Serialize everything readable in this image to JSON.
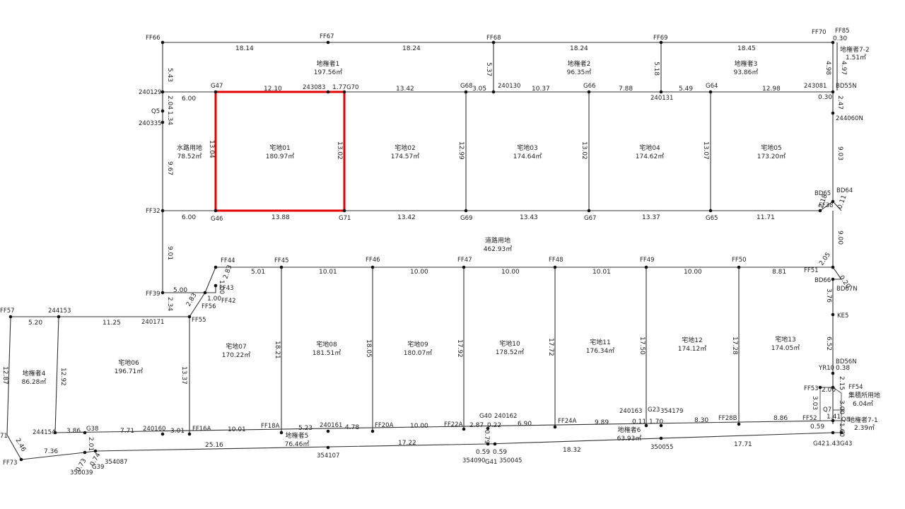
{
  "points": {
    "FF66": "FF66",
    "FF67": "FF67",
    "FF68": "FF68",
    "FF69": "FF69",
    "FF70": "FF70",
    "FF85": "FF85",
    "p240129": "240129",
    "Q5": "Q5",
    "p240335": "240335",
    "G47": "G47",
    "p243083": "243083",
    "G70": "G70",
    "G68": "G68",
    "p240130": "240130",
    "G66": "G66",
    "p240131": "240131",
    "G64": "G64",
    "p243081": "243081",
    "BD55N": "BD55N",
    "p244060N": "244060N",
    "BD65": "BD65",
    "BD64": "BD64",
    "FF38": "FF38",
    "FF32": "FF32",
    "G46": "G46",
    "G71": "G71",
    "G69": "G69",
    "G67": "G67",
    "G65": "G65",
    "FF44": "FF44",
    "FF45": "FF45",
    "FF46": "FF46",
    "FF47": "FF47",
    "FF48": "FF48",
    "FF49": "FF49",
    "FF50": "FF50",
    "FF51": "FF51",
    "BD66": "BD66",
    "BD67N": "BD67N",
    "FF43": "FF43",
    "FF42": "FF42",
    "FF39": "FF39",
    "FF56": "FF56",
    "FF55": "FF55",
    "FF57": "FF57",
    "p244153": "244153",
    "p240171": "240171",
    "KE5": "KE5",
    "BD56N": "BD56N",
    "YR10": "YR10",
    "FF53": "FF53",
    "FF54": "FF54",
    "Q7": "Q7",
    "Q8": "Q8",
    "FF52": "FF52",
    "G42": "G42",
    "G43": "G43",
    "p244154": "244154",
    "G38": "G38",
    "p240160": "240160",
    "FF16A": "FF16A",
    "FF18A": "FF18A",
    "p240161": "240161",
    "FF20A": "FF20A",
    "FF22A": "FF22A",
    "G40": "G40",
    "p240162": "240162",
    "FF24A": "FF24A",
    "p240163": "240163",
    "G23": "G23",
    "p354179": "354179",
    "FF28B": "FF28B",
    "FF71": "71",
    "FF73": "FF73",
    "p350039": "350039",
    "G39": "G39",
    "p354087": "354087",
    "p354107": "354107",
    "p354090": "354090",
    "G41": "G41",
    "p350045": "350045",
    "p350055": "350055"
  },
  "lots": [
    {
      "id": "chiken1",
      "name": "地権者1",
      "area": "197.56㎡"
    },
    {
      "id": "chiken2",
      "name": "地権者2",
      "area": "96.35㎡"
    },
    {
      "id": "chiken3",
      "name": "地権者3",
      "area": "93.86㎡"
    },
    {
      "id": "chiken7_2",
      "name": "地権者7-2",
      "area": "1.51㎡"
    },
    {
      "id": "suiro",
      "name": "水路用地",
      "area": "78.52㎡"
    },
    {
      "id": "takuchi01",
      "name": "宅地01",
      "area": "180.97㎡"
    },
    {
      "id": "takuchi02",
      "name": "宅地02",
      "area": "174.57㎡"
    },
    {
      "id": "takuchi03",
      "name": "宅地03",
      "area": "174.64㎡"
    },
    {
      "id": "takuchi04",
      "name": "宅地04",
      "area": "174.62㎡"
    },
    {
      "id": "takuchi05",
      "name": "宅地05",
      "area": "173.20㎡"
    },
    {
      "id": "doro",
      "name": "道路用地",
      "area": "462.93㎡"
    },
    {
      "id": "chiken4",
      "name": "地権者4",
      "area": "86.28㎡"
    },
    {
      "id": "takuchi06",
      "name": "宅地06",
      "area": "196.71㎡"
    },
    {
      "id": "takuchi07",
      "name": "宅地07",
      "area": "170.22㎡"
    },
    {
      "id": "takuchi08",
      "name": "宅地08",
      "area": "181.51㎡"
    },
    {
      "id": "takuchi09",
      "name": "宅地09",
      "area": "180.07㎡"
    },
    {
      "id": "takuchi10",
      "name": "宅地10",
      "area": "178.52㎡"
    },
    {
      "id": "takuchi11",
      "name": "宅地11",
      "area": "176.34㎡"
    },
    {
      "id": "takuchi12",
      "name": "宅地12",
      "area": "174.12㎡"
    },
    {
      "id": "takuchi13",
      "name": "宅地13",
      "area": "174.05㎡"
    },
    {
      "id": "chiken5",
      "name": "地権者5",
      "area": "76.46㎡"
    },
    {
      "id": "chiken6",
      "name": "地権者6",
      "area": "63.93㎡"
    },
    {
      "id": "shuseki",
      "name": "集積所用地",
      "area": "6.04㎡"
    },
    {
      "id": "chiken7_1",
      "name": "地権者7-1",
      "area": "2.39㎡"
    }
  ],
  "dims": {
    "top_row": [
      "18.14",
      "18.24",
      "18.24",
      "18.45"
    ],
    "top_left_v": "5.43",
    "ff68_v": "5.37",
    "ff69_v": "5.18",
    "right_top_v1": "4.98",
    "right_top_v2": "4.97",
    "ff70_h": "0.30",
    "bd55n_h": "0.30",
    "row2": [
      "6.00",
      "12.10",
      "1.77",
      "13.42",
      "3.05",
      "10.37",
      "7.88",
      "5.49",
      "12.98"
    ],
    "left_v_a": "2.04",
    "left_v_b": "1.34",
    "left_v_c": "9.67",
    "suiro_v": "13.04",
    "t01_v": "13.02",
    "t02_v": "12.99",
    "t03_v": "13.02",
    "t04_v": "13.07",
    "right_v_a": "2.47",
    "right_v_b": "9.03",
    "row3": [
      "6.00",
      "13.88",
      "13.42",
      "13.43",
      "13.37",
      "11.71"
    ],
    "bd64_a": "2.18",
    "bd64_b": "0.11",
    "road_left_v": "9.01",
    "road_right_v": "9.00",
    "ff44_diag": "2.83",
    "ff44_h": "5.01",
    "row4": [
      "10.01",
      "10.00",
      "10.00",
      "10.01",
      "10.00",
      "8.81"
    ],
    "ff51_a": "2.05",
    "ff51_b": "0.20",
    "ff43_v": "1.00",
    "ff42_h": "1.00",
    "ff39_h": "5.00",
    "ff39_v": "2.34",
    "ff56_diag": "2.83",
    "row5_a": "5.20",
    "row5_b": "11.25",
    "ff57_v": "12.87",
    "g244153_v": "12.92",
    "ff55_v": "13.37",
    "t07_v": "18.21",
    "t08_v": "18.05",
    "t09_v": "17.92",
    "t10_v": "17.72",
    "t11_v": "17.50",
    "t12_v": "17.28",
    "ke5_a": "3.76",
    "ke5_b": "6.52",
    "yr10_h": "0.38",
    "yr10_v": "2.15",
    "ff53_h": "2.00",
    "q7_v": "3.03",
    "ff54_v": "3.00",
    "ff52_a": "1.41",
    "ff52_b": "1.60",
    "row6": [
      "3.86",
      "7.71",
      "3.01",
      "10.01",
      "5.23",
      "4.78",
      "10.00",
      "2.87",
      "0.22",
      "6.90",
      "9.89",
      "0.11",
      "1.70",
      "8.30",
      "8.86",
      "0.59"
    ],
    "row7": [
      "7.36",
      "25.16",
      "17.22",
      "18.32",
      "17.71",
      "1.43"
    ],
    "ff73_diag": "2.46",
    "g39_v": "2.01",
    "g39_a": "0.73",
    "g39_b": "0.74",
    "g41_v": "0.79",
    "g41_a": "0.59",
    "g41_b": "0.59"
  },
  "highlight_color": "#e00000"
}
